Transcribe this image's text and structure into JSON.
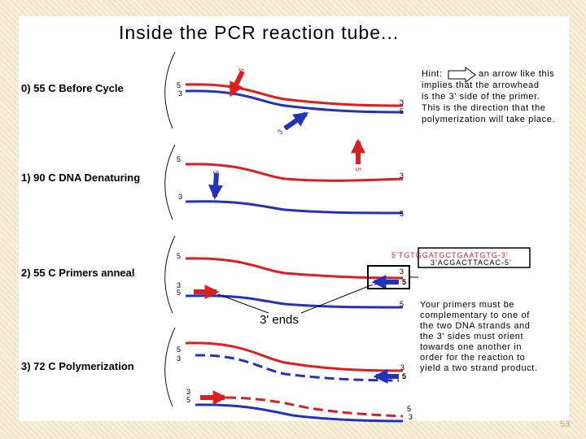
{
  "title": "Inside the PCR reaction tube...",
  "steps": [
    {
      "label": "0) 55 C Before Cycle"
    },
    {
      "label": "1) 90 C DNA Denaturing"
    },
    {
      "label": "2) 55 C Primers anneal"
    },
    {
      "label": "3) 72 C Polymerization"
    }
  ],
  "strand_end_labels": {
    "five": "5",
    "three": "3"
  },
  "hint": {
    "lines": [
      "Hint:",
      "implies that the arrowhead",
      "is the 3' side of the primer.",
      "This is the direction that the",
      "polymerization will take place."
    ],
    "inline_text": "an arrow like this"
  },
  "sequences": {
    "top": "5'TGTGGATGCTGAATGTG-3'",
    "bottom": "3'ACGACTTACAC-5'"
  },
  "three_prime_ends_label": "3' ends",
  "note_lines": [
    "Your primers must be",
    "complementary to one of",
    "the two DNA strands and",
    "the 3' sides must orient",
    "towards one another in",
    "order for the reaction to",
    "yield a two strand product."
  ],
  "page_number": "53",
  "colors": {
    "red_strand": "#dd1e1e",
    "blue_strand": "#2233bb",
    "background": "#f4ecd2"
  }
}
